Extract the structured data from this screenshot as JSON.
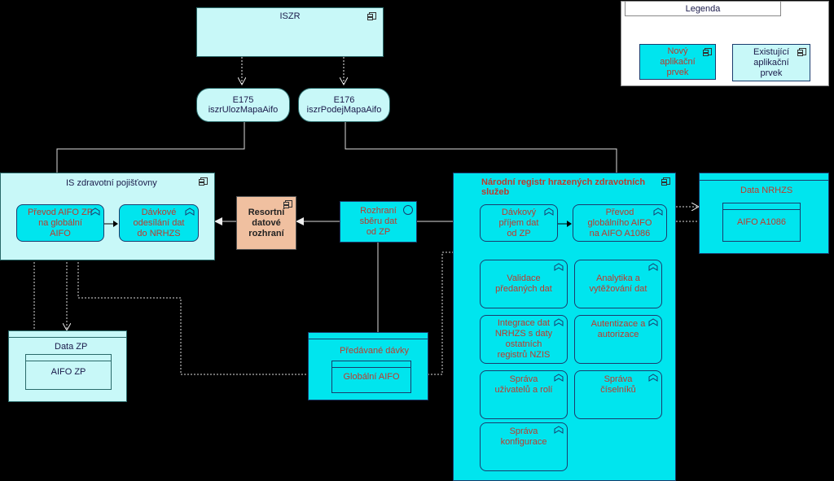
{
  "iszr": {
    "label": "ISZR"
  },
  "legend": {
    "title": "Legenda",
    "new": "Nový\naplikační\nprvek",
    "existing": "Existující\naplikační\nprvek"
  },
  "events": {
    "e175": "E175 iszrUlozMapaAifo",
    "e176": "E176 iszrPodejMapaAifo"
  },
  "is_zp": {
    "title": "IS zdravotní pojišťovny",
    "f1": "Převod AIFO ZP\nna globální\nAIFO",
    "f2": "Dávkové\nodesílání dat\ndo NRHZS"
  },
  "resortni": {
    "label": "Resortní\ndatové\nrozhraní"
  },
  "rozhrani": {
    "label": "Rozhraní\nsběru dat\nod ZP"
  },
  "nrhzs": {
    "title": "Národní registr hrazených zdravotních služeb",
    "functions": {
      "davkovy": "Dávkový\npříjem dat\nod ZP",
      "prevod": "Převod\nglobálního AIFO\nna AIFO A1086",
      "validace": "Validace\npředaných dat",
      "analytika": "Analytika a\nvytěžování dat",
      "integrace": "Integrace dat\nNRHZS s daty\nostatních\nregistrů NZIS",
      "autentizace": "Autentizace a\nautorizace",
      "sprava_uziv": "Správa\nuživatelů a rolí",
      "sprava_cis": "Správa\nčíselníků",
      "sprava_konf": "Správa\nkonfigurace"
    }
  },
  "data_nrhzs": {
    "title": "Data NRHZS",
    "item": "AIFO A1086"
  },
  "data_zp": {
    "title": "Data ZP",
    "item": "AIFO ZP"
  },
  "predavane": {
    "title": "Předávané dávky",
    "item": "Globální AIFO"
  },
  "colors": {
    "existing": "#c8f8f8",
    "new": "#00e5ee",
    "resortni": "#f0c0a0"
  }
}
